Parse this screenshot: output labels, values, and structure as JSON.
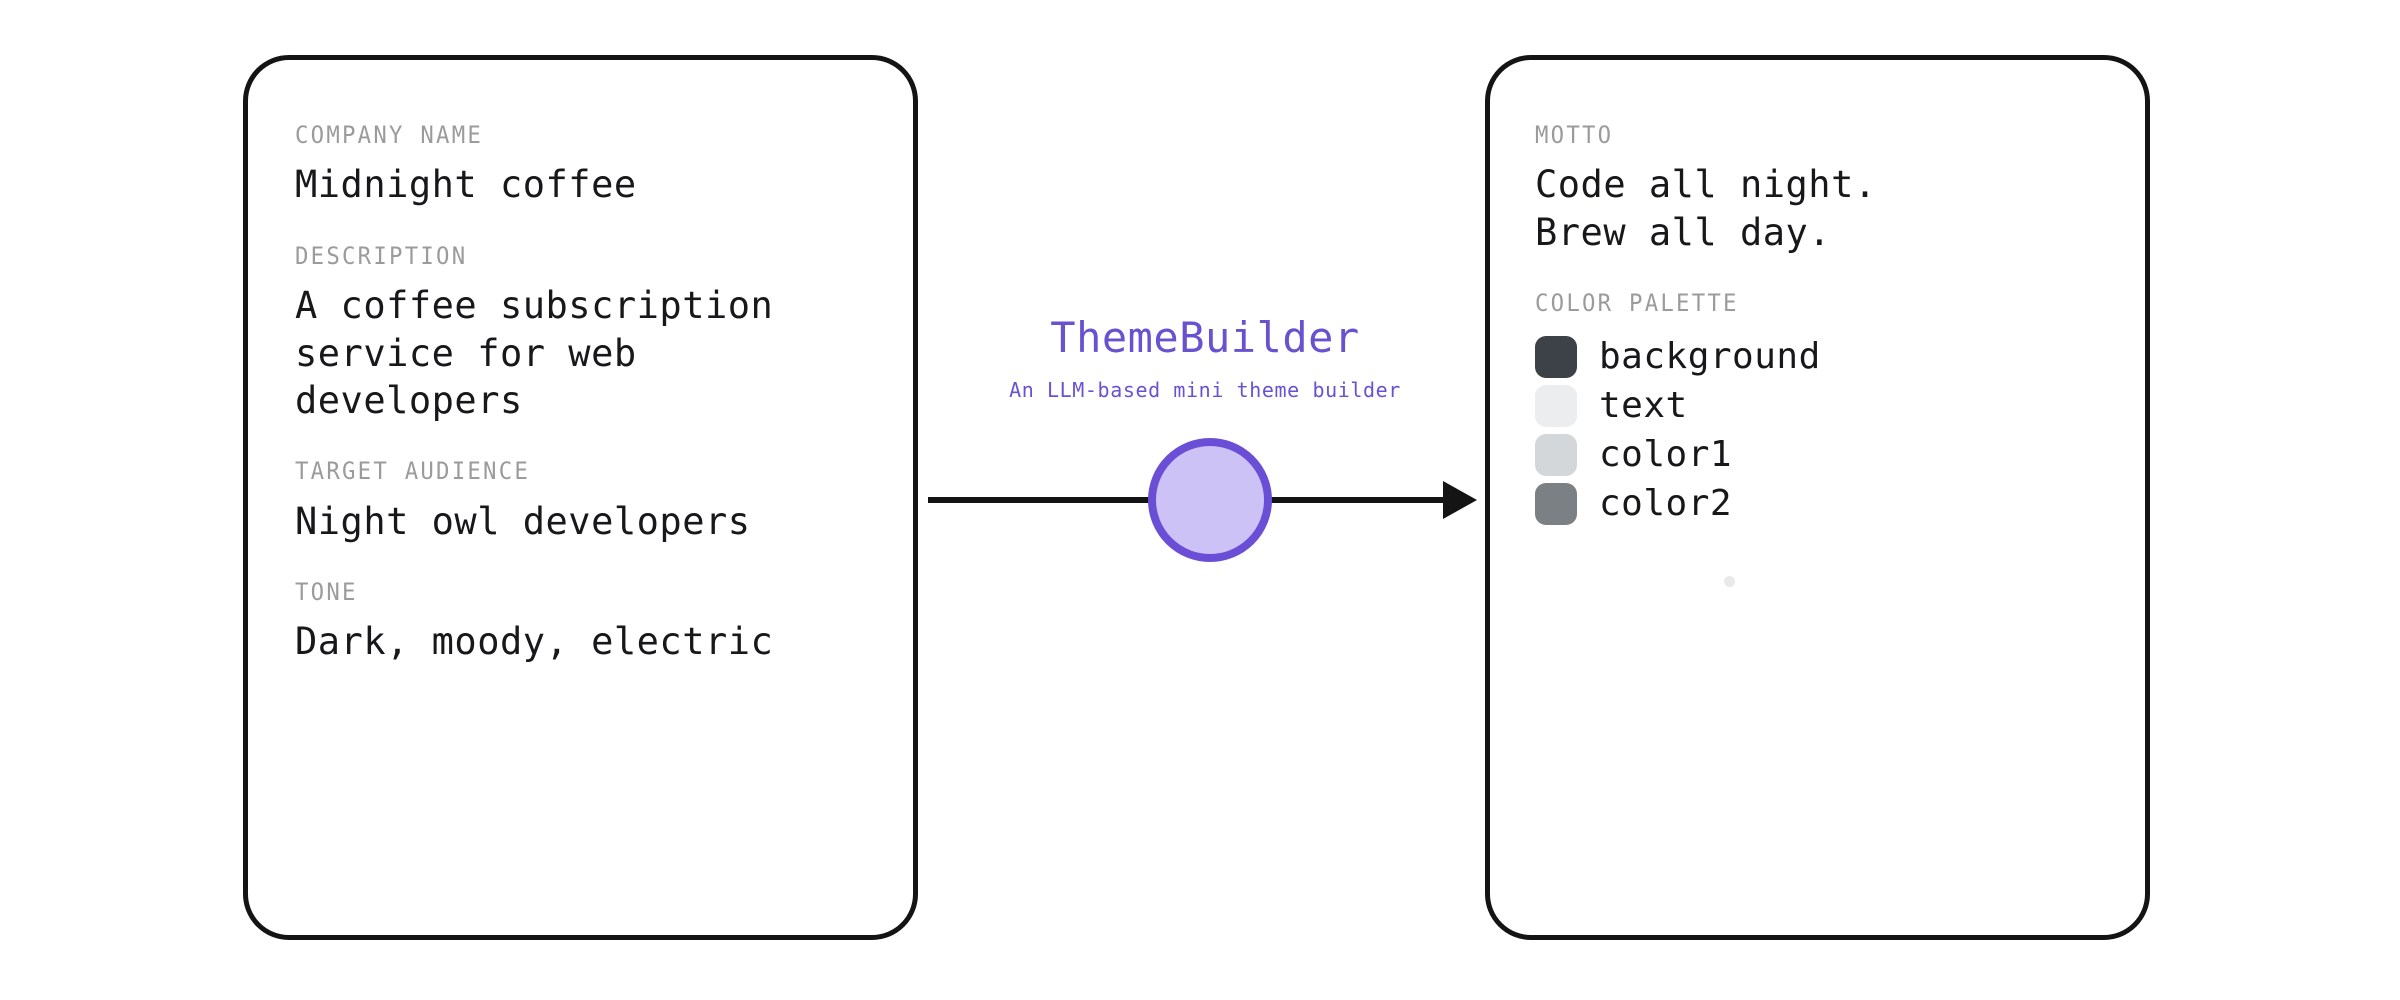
{
  "app": {
    "title": "ThemeBuilder",
    "subtitle": "An LLM-based mini theme builder",
    "accent_color": "#6a51cf",
    "accent_fill_color": "#cdc2f5",
    "arrow_color": "#141414"
  },
  "input_card": {
    "fields": [
      {
        "label": "COMPANY NAME",
        "value": "Midnight coffee"
      },
      {
        "label": "DESCRIPTION",
        "value": "A coffee subscription\nservice for web\ndevelopers"
      },
      {
        "label": "TARGET AUDIENCE",
        "value": "Night owl developers"
      },
      {
        "label": "TONE",
        "value": "Dark, moody, electric"
      }
    ]
  },
  "output_card": {
    "motto": {
      "label": "MOTTO",
      "value": "Code all night.\nBrew all day."
    },
    "palette": {
      "label": "COLOR PALETTE",
      "swatches": [
        {
          "name": "background",
          "color": "#3d4249",
          "border_color": "#2a2e34"
        },
        {
          "name": "text",
          "color": "#ebedee",
          "border_color": "#e3e5e6"
        },
        {
          "name": "color1",
          "color": "#d4d7d9",
          "border_color": "#cdd0d2"
        },
        {
          "name": "color2",
          "color": "#7b8084",
          "border_color": "#5f6468"
        }
      ]
    }
  },
  "icons": {
    "flow_arrow": "arrow-right-icon",
    "process_node": "process-node-circle-icon"
  }
}
